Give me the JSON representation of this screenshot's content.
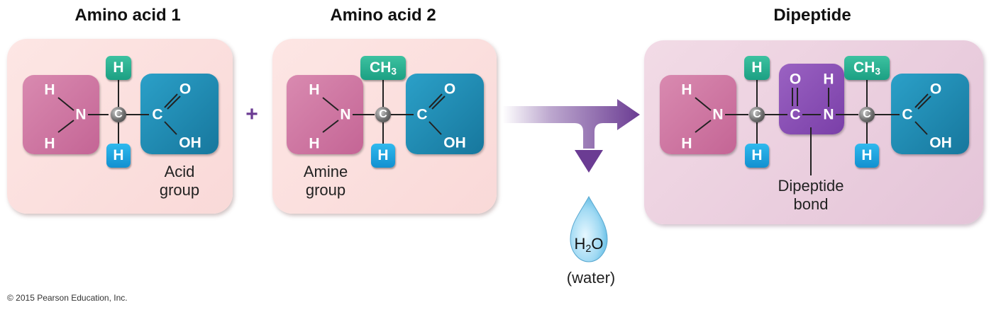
{
  "titles": {
    "amino_acid_1": "Amino acid 1",
    "amino_acid_2": "Amino acid 2",
    "dipeptide": "Dipeptide"
  },
  "atoms": {
    "H": "H",
    "N": "N",
    "C": "C",
    "O": "O",
    "OH": "OH",
    "CH3": "CH3"
  },
  "labels": {
    "acid_group_line1": "Acid",
    "acid_group_line2": "group",
    "amine_group_line1": "Amine",
    "amine_group_line2": "group",
    "dipeptide_bond_line1": "Dipeptide",
    "dipeptide_bond_line2": "bond"
  },
  "plus_sign": "+",
  "water": {
    "formula": "H2O",
    "label": "(water)"
  },
  "copyright": "© 2015 Pearson Education, Inc.",
  "colors": {
    "amine": "#c46595",
    "acid": "#17779d",
    "bond": "#7a3fa8",
    "arrow": "#6b3c93",
    "hydrogen_tag_teal": "#1ca083",
    "hydrogen_tag_cyan": "#1290d0"
  }
}
